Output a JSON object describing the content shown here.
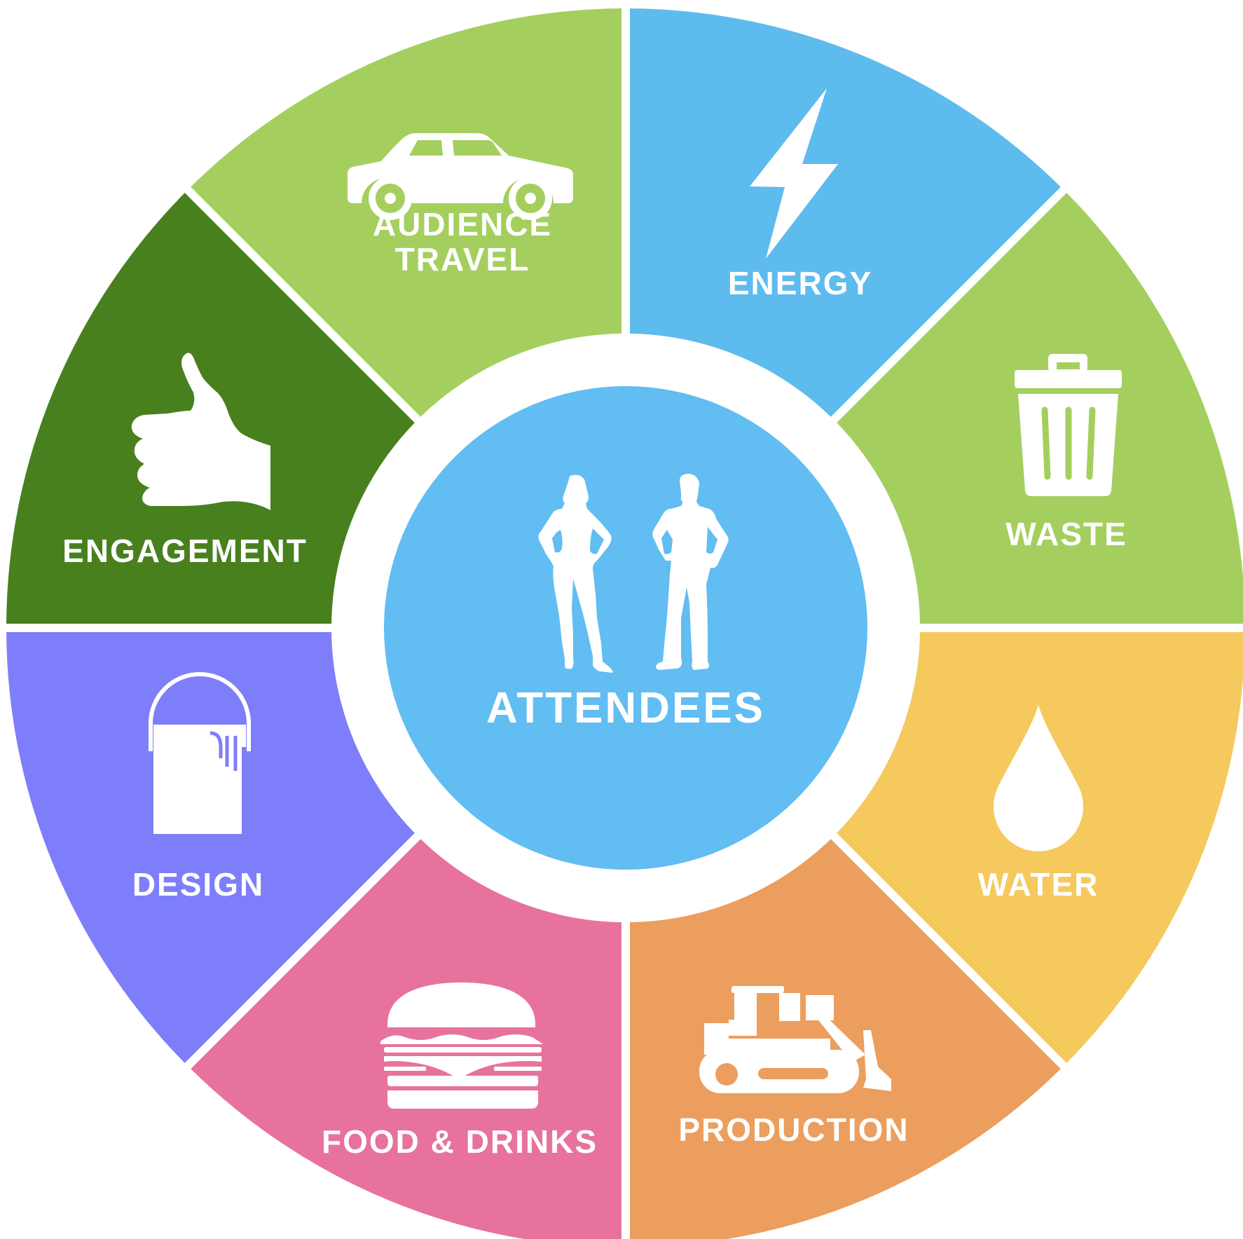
{
  "center": {
    "label": "ATTENDEES",
    "icon": "people-icon",
    "color": "#62BDF2"
  },
  "segments": [
    {
      "id": "energy",
      "lines": [
        "ENERGY"
      ],
      "icon": "lightning-icon",
      "color": "#5EBBEE"
    },
    {
      "id": "waste",
      "lines": [
        "WASTE"
      ],
      "icon": "trash-can-icon",
      "color": "#A4CF5E"
    },
    {
      "id": "water",
      "lines": [
        "WATER"
      ],
      "icon": "water-drop-icon",
      "color": "#F5C95D"
    },
    {
      "id": "production",
      "lines": [
        "PRODUCTION"
      ],
      "icon": "bulldozer-icon",
      "color": "#EB9E5D"
    },
    {
      "id": "food-drinks",
      "lines": [
        "FOOD & DRINKS"
      ],
      "icon": "burger-icon",
      "color": "#E7729D"
    },
    {
      "id": "design",
      "lines": [
        "DESIGN"
      ],
      "icon": "paint-bucket-icon",
      "color": "#7E7EFA"
    },
    {
      "id": "engagement",
      "lines": [
        "ENGAGEMENT"
      ],
      "icon": "thumbs-up-icon",
      "color": "#48801E"
    },
    {
      "id": "audience-travel",
      "lines": [
        "AUDIENCE",
        "TRAVEL"
      ],
      "icon": "car-icon",
      "color": "#A4CF5E"
    }
  ]
}
